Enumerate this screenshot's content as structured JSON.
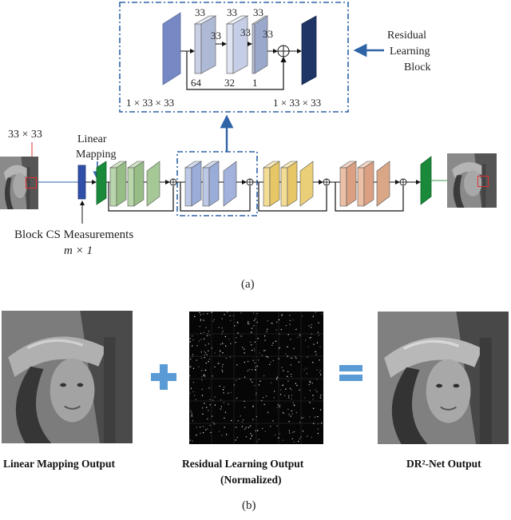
{
  "figure_a": {
    "caption": "(a)",
    "residual_block": {
      "label_line1": "Residual",
      "label_line2": "Learning",
      "label_line3": "Block",
      "input_size": "1 × 33 × 33",
      "output_size": "1 × 33 × 33",
      "dims_top": [
        "33",
        "33",
        "33"
      ],
      "dims_side": [
        "33",
        "33",
        "33"
      ],
      "channels": [
        "64",
        "32",
        "1"
      ]
    },
    "block_size": "33 × 33",
    "linear_mapping_line1": "Linear",
    "linear_mapping_line2": "Mapping",
    "measurements_line1": "Block CS Measurements",
    "measurements_line2": "m × 1"
  },
  "figure_b": {
    "caption": "(b)",
    "plus_symbol": "+",
    "equals_symbol": "=",
    "linear_output_label": "Linear Mapping Output",
    "residual_output_line1": "Residual Learning  Output",
    "residual_output_line2": "(Normalized)",
    "net_output_label": "DR²-Net Output"
  },
  "colors": {
    "accent_blue": "#2e64a6",
    "green_block": "#a9c99a",
    "blue_block": "#a7b6dc",
    "yellow_block": "#f0d98a",
    "orange_block": "#e8b89a",
    "dark_navy": "#1f3566",
    "green_layer": "#1a8a3a"
  }
}
